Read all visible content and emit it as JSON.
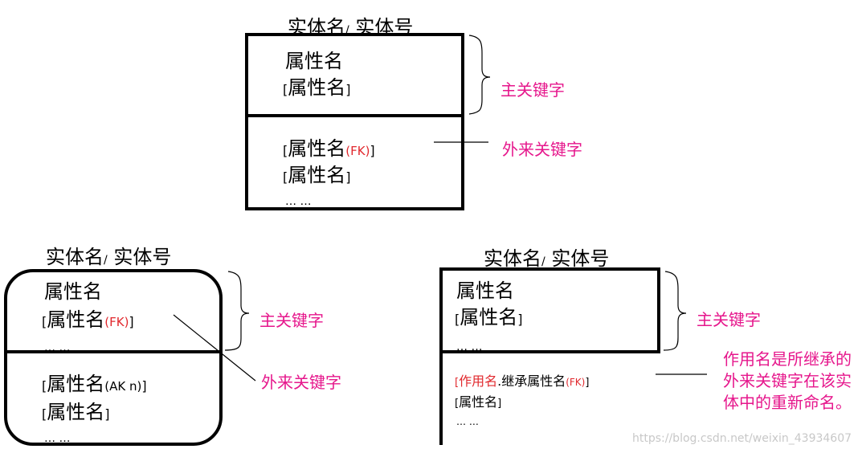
{
  "entity_title": {
    "name": "实体名",
    "slash": "/",
    "number": " 实体号"
  },
  "attr": "属性名",
  "bracket_open": "[",
  "bracket_close": "]",
  "fk": "(FK)",
  "ak": "(AK  n)",
  "dots": "… …",
  "primary_key_label": "主关键字",
  "foreign_key_label": "外来关键字",
  "role_name": "作用名",
  "inherited_attr": "继承属性名",
  "role_note": "作用名是所继承的外来关键字在该实体中的重新命名。",
  "watermark": "https://blog.csdn.net/weixin_43934607"
}
